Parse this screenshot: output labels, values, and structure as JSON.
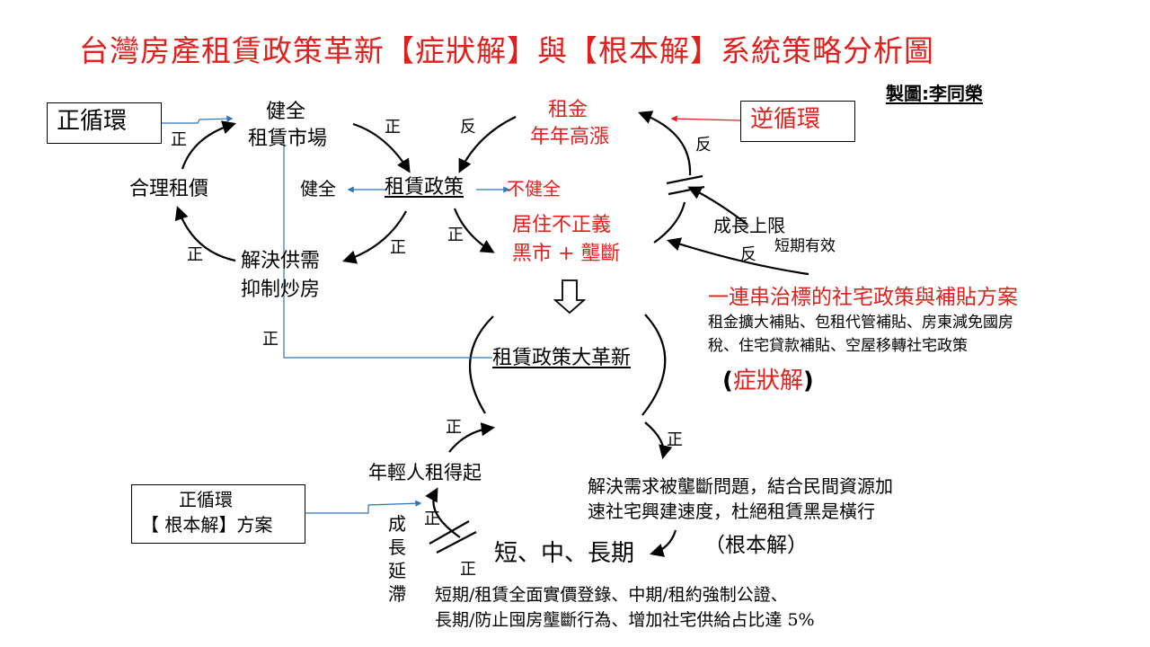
{
  "title": "台灣房產租賃政策革新【症狀解】與【根本解】系統策略分析圖",
  "author": "製圖:李同榮",
  "upper": {
    "positive_loop_label": "正循環",
    "reverse_loop_label": "逆循環",
    "node_healthy_market": [
      "健全",
      "租賃市場"
    ],
    "node_rental_policy": "租賃政策",
    "node_fair_rent": "合理租價",
    "node_supply": [
      "解決供需",
      "抑制炒房"
    ],
    "node_rent_rising": [
      "租金",
      "年年高漲"
    ],
    "node_injustice": [
      "居住不正義",
      "黑市 + 壟斷"
    ],
    "label_healthy": "健全",
    "label_unhealthy": "不健全",
    "growth_limit": "成長上限",
    "short_term": "短期有效",
    "pos": "正",
    "neg": "反"
  },
  "symptom": {
    "headline": "一連串治標的社宅政策與補貼方案",
    "detail": [
      "租金擴大補貼、包租代管補貼、房東減免國房",
      "稅、住宅貸款補貼、空屋移轉社宅政策"
    ],
    "paren_open": "(",
    "label": "症狀解",
    "paren_close": ")"
  },
  "reform": "租賃政策大革新",
  "lower": {
    "youth": "年輕人租得起",
    "root_box": [
      "正循環",
      "【 根本解】方案"
    ],
    "growth_delay": [
      "成",
      "長",
      "延",
      "滯"
    ],
    "terms": "短、中、長期",
    "solution": [
      "解決需求被壟斷問題，結合民間資源加",
      "速社宅興建速度，杜絕租賃黑是橫行"
    ],
    "root_label": "（根本解）",
    "plan": [
      "短期/租賃全面實價登錄、中期/租約強制公證、",
      "長期/防止囤房壟斷行為、增加社宅供給占比達 5%"
    ]
  },
  "colors": {
    "red": "#e0201c",
    "blue": "#2e75b6"
  }
}
